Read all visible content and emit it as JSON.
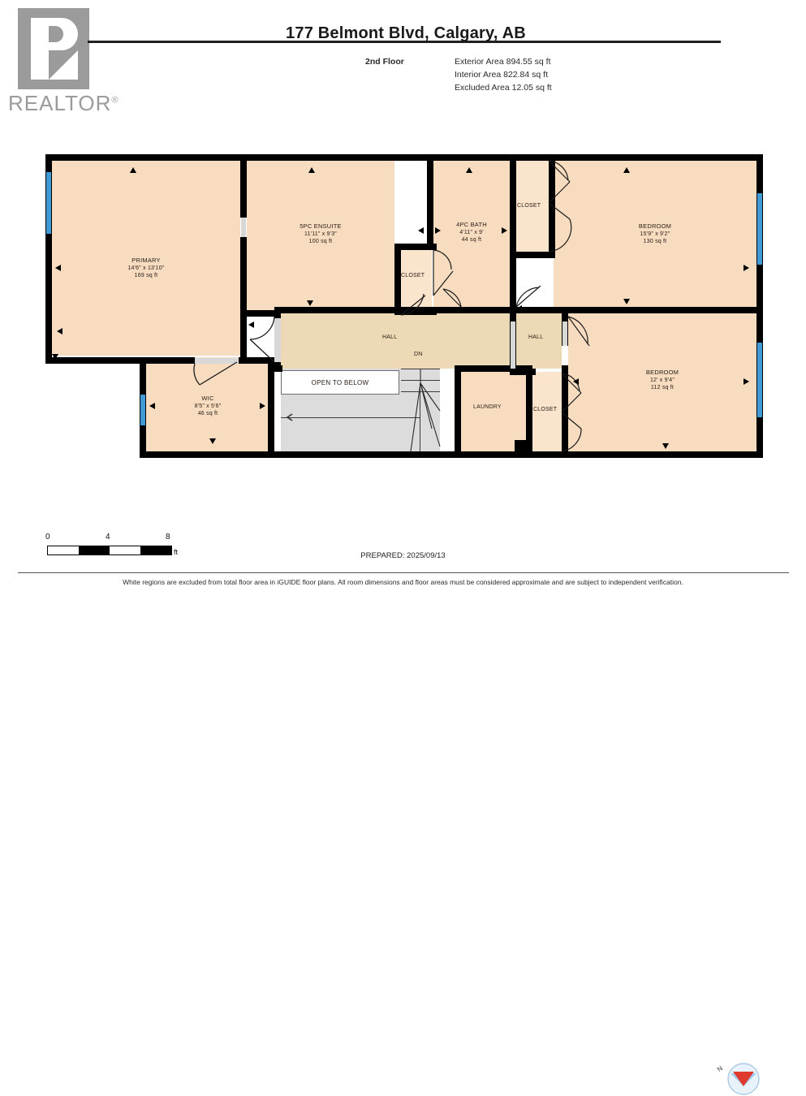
{
  "logo": {
    "brand": "REALTOR",
    "trademark": "®",
    "mark_name": "realtor-r-mark"
  },
  "header": {
    "title": "177 Belmont Blvd, Calgary, AB",
    "floor_label": "2nd Floor",
    "areas": [
      "Exterior Area 894.55 sq ft",
      "Interior Area 822.84 sq ft",
      "Excluded Area 12.05 sq ft"
    ]
  },
  "floorplan": {
    "rooms": [
      {
        "name": "PRIMARY",
        "dimensions": "14'6\" x 13'10\"",
        "area": "169 sq ft"
      },
      {
        "name": "5PC ENSUITE",
        "dimensions": "11'11\" x 9'3\"",
        "area": "100 sq ft"
      },
      {
        "name": "4PC BATH",
        "dimensions": "4'11\" x 9'",
        "area": "44 sq ft"
      },
      {
        "name": "BEDROOM",
        "dimensions": "15'9\" x 9'2\"",
        "area": "130 sq ft"
      },
      {
        "name": "BEDROOM",
        "dimensions": "12' x 9'4\"",
        "area": "112 sq ft"
      },
      {
        "name": "WIC",
        "dimensions": "8'5\" x 5'6\"",
        "area": "46 sq ft"
      }
    ],
    "plain_labels": {
      "closet_ensuite": "CLOSET",
      "closet_bath": "CLOSET",
      "closet_bedroom_top": "CLOSET",
      "closet_bedroom_bottom": "CLOSET",
      "hall_main": "HALL",
      "hall_right": "HALL",
      "down_marker": "DN",
      "laundry": "LAUNDRY",
      "open_to_below": "OPEN TO BELOW"
    },
    "colors": {
      "room_fill": "#f7dcc0",
      "hall_fill": "#eed9b6",
      "wall": "#000000",
      "window": "#3f9ad6",
      "stairs": "#dcdcdc",
      "excluded": "#ffffff"
    }
  },
  "footer": {
    "scale": {
      "ticks": [
        "0",
        "4",
        "8"
      ],
      "unit": "ft"
    },
    "prepared": "PREPARED: 2025/09/13",
    "compass_letter": "N",
    "disclaimer": "White regions are excluded from total floor area in iGUIDE floor plans. All room dimensions and floor areas must be considered approximate and are subject to independent verification."
  }
}
